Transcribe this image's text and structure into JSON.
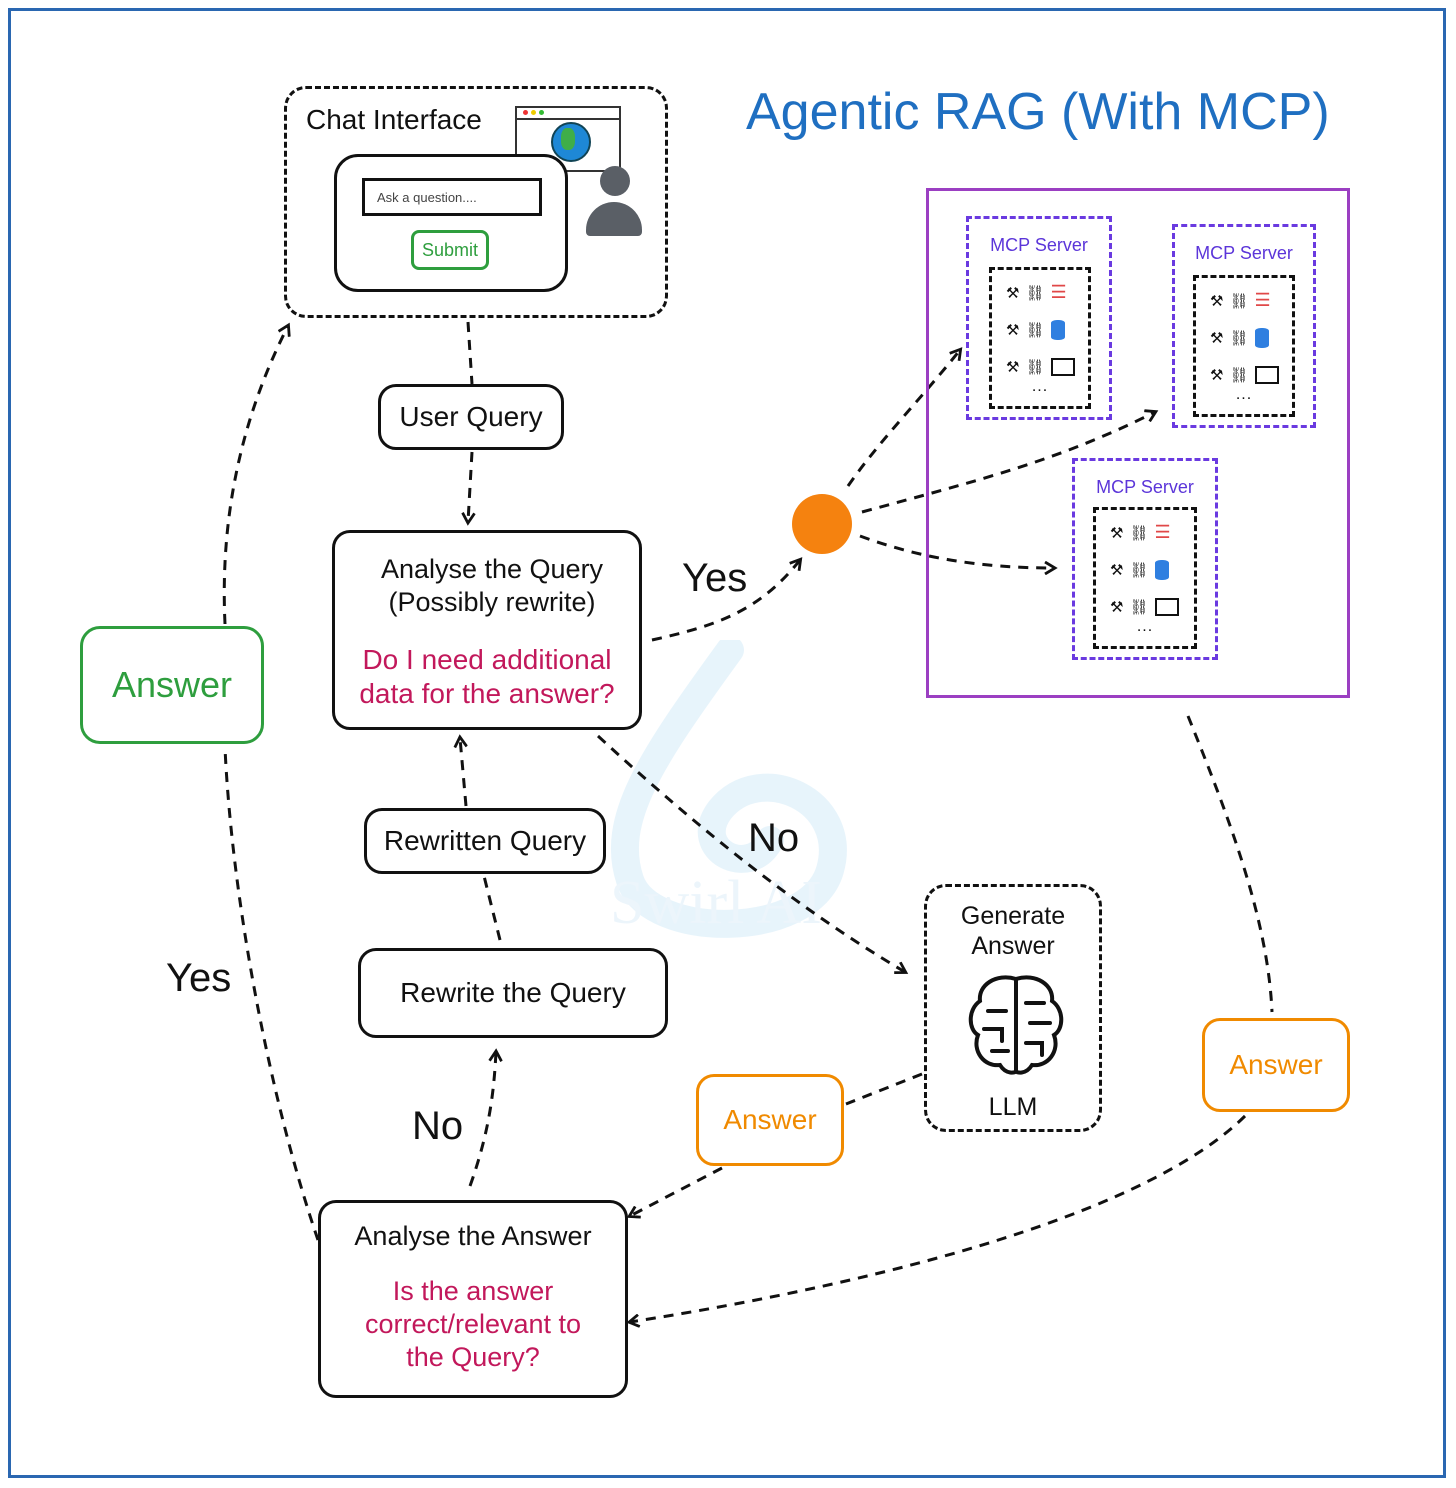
{
  "title": "Agentic RAG (With MCP)",
  "chat": {
    "label": "Chat Interface",
    "placeholder": "Ask a question....",
    "submit": "Submit",
    "icons": [
      "browser-globe-icon",
      "user-icon"
    ]
  },
  "nodes": {
    "user_query": "User Query",
    "analyse_query_title": "Analyse the Query (Possibly rewrite)",
    "analyse_query_question": "Do I need additional data for the answer?",
    "rewritten_query": "Rewritten Query",
    "rewrite_query": "Rewrite the Query",
    "analyse_answer_title": "Analyse the Answer",
    "analyse_answer_question": "Is the answer correct/relevant to the Query?",
    "generate_answer": "Generate Answer",
    "llm": "LLM"
  },
  "answers": {
    "green": "Answer",
    "orange_llm": "Answer",
    "orange_mcp": "Answer"
  },
  "edge_labels": {
    "yes_mcp": "Yes",
    "no_generate": "No",
    "yes_answer": "Yes",
    "no_rewrite": "No"
  },
  "mcp_servers": [
    {
      "label": "MCP Server",
      "more": "..."
    },
    {
      "label": "MCP Server",
      "more": "..."
    },
    {
      "label": "MCP Server",
      "more": "..."
    }
  ],
  "tools": [
    "hammer-icon",
    "link-icon"
  ],
  "resources": [
    "layers-icon",
    "database-icon",
    "window-icon"
  ],
  "watermark": "Swirl AI",
  "colors": {
    "title": "#1f6fc1",
    "frame": "#2a67b1",
    "question_text": "#c2185b",
    "green_answer": "#2e9e3e",
    "orange_answer": "#f08a00",
    "mcp_outer": "#9b3fc2",
    "mcp_server": "#6a3ae0",
    "router_dot": "#f5820f"
  }
}
